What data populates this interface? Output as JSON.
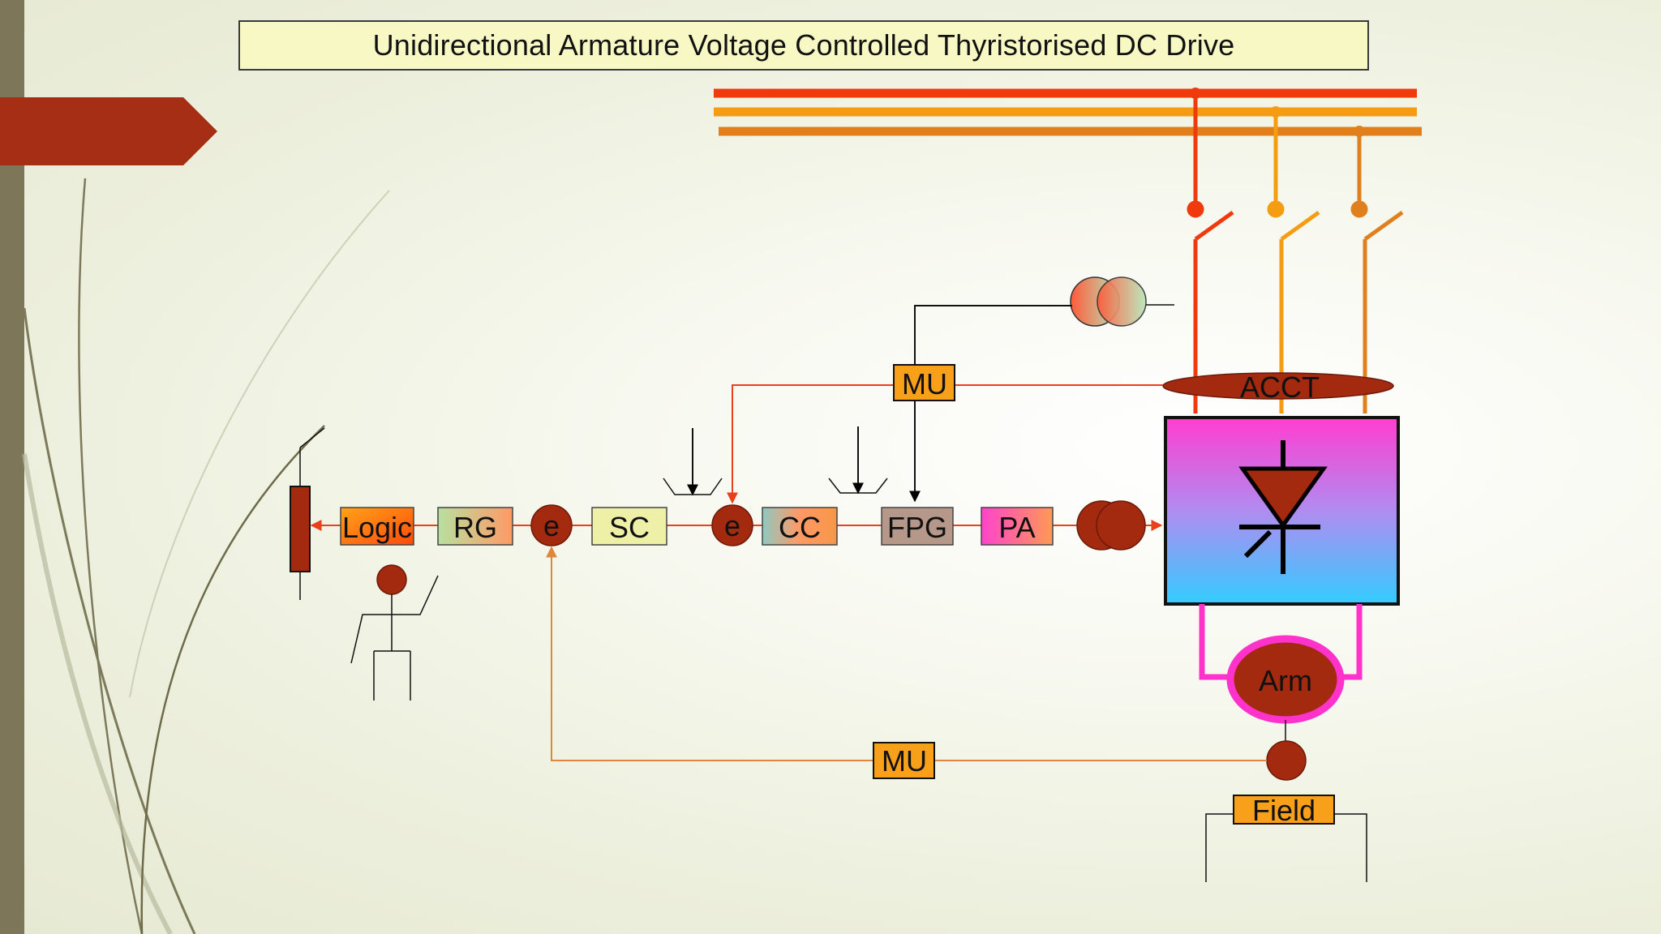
{
  "slide": {
    "title": "Unidirectional Armature Voltage Controlled Thyristorised DC Drive"
  },
  "blocks": {
    "logic": "Logic",
    "rg": "RG",
    "e1": "e",
    "sc": "SC",
    "e2": "e",
    "cc": "CC",
    "fpg": "FPG",
    "pa": "PA",
    "mu_top": "MU",
    "mu_bottom": "MU",
    "acct": "ACCT",
    "arm": "Arm",
    "field": "Field"
  },
  "colors": {
    "phase_r": "#f03a0c",
    "phase_y": "#f59d12",
    "phase_b": "#e07f1e",
    "accent_arrow": "#a52e14",
    "node_fill": "#a3290f",
    "box_orange": "#f9a01b",
    "converter_top": "#ff3dd0",
    "converter_bottom": "#33ccff",
    "arm_ring": "#ff33cc"
  }
}
